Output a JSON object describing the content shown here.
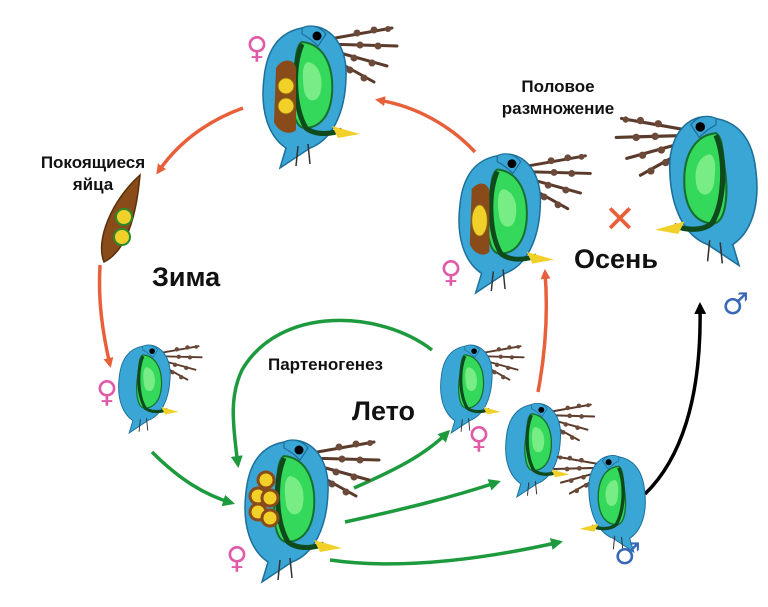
{
  "labels": {
    "resting_eggs_line1": "Покоящиеся",
    "resting_eggs_line2": "яйца",
    "winter": "Зима",
    "summer": "Лето",
    "autumn": "Осень",
    "parthenogenesis": "Партеногенез",
    "sexual_line1": "Половое",
    "sexual_line2": "размножение"
  },
  "symbols": {
    "female": "♀",
    "male": "♂",
    "cross": "✕"
  },
  "colors": {
    "female_symbol": "#e05aa8",
    "male_symbol": "#3a68b8",
    "arrow_winter": "#e8603a",
    "arrow_summer": "#1e9a3e",
    "arrow_male": "#000000",
    "cross": "#e8603a",
    "body": "#3aa6d6",
    "gut": "#34d85a",
    "egg_sac": "#8a4b1a",
    "egg": "#f2d02a"
  },
  "icons": {
    "daphnia": "daphnia-icon",
    "ephippium": "ephippium-icon"
  }
}
